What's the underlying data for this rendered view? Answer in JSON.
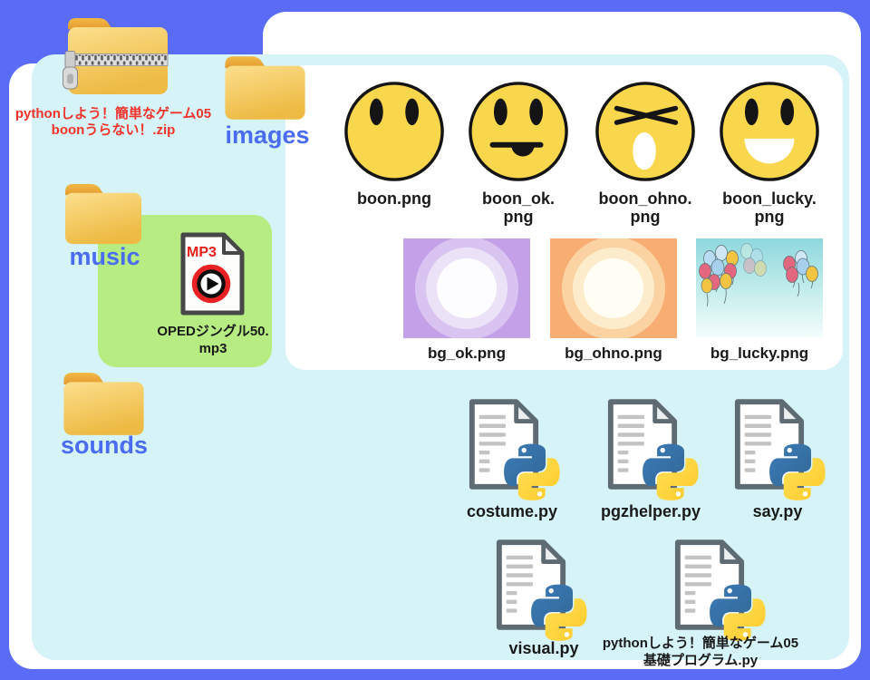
{
  "colors": {
    "page_bg": "#5a6cf6",
    "panel": "#d6f3f7",
    "images_panel": "#ffffff",
    "music_panel": "#b6ec82",
    "folder_label": "#4a6cf0",
    "zip_label": "#f0342b",
    "file_label": "#1a1a1a",
    "smiley": "#f8d74c"
  },
  "zip_archive": {
    "line1": "pythonしよう！簡単なゲーム05",
    "line2": "boonうらない！.zip"
  },
  "folders": [
    {
      "label": "images"
    },
    {
      "label": "music"
    },
    {
      "label": "sounds"
    }
  ],
  "sprites": [
    {
      "line1": "boon.png",
      "line2": ""
    },
    {
      "line1": "boon_ok.",
      "line2": "png"
    },
    {
      "line1": "boon_ohno.",
      "line2": "png"
    },
    {
      "line1": "boon_lucky.",
      "line2": "png"
    }
  ],
  "backgrounds": [
    {
      "label": "bg_ok.png"
    },
    {
      "label": "bg_ohno.png"
    },
    {
      "label": "bg_lucky.png"
    }
  ],
  "music_file": {
    "badge": "MP3",
    "line1": "OPEDジングル50.",
    "line2": "mp3"
  },
  "python_files": [
    {
      "line1": "costume.py",
      "line2": ""
    },
    {
      "line1": "pgzhelper.py",
      "line2": ""
    },
    {
      "line1": "say.py",
      "line2": ""
    },
    {
      "line1": "visual.py",
      "line2": ""
    },
    {
      "line1": "pythonしよう！簡単なゲーム05",
      "line2": "基礎プログラム.py"
    }
  ]
}
